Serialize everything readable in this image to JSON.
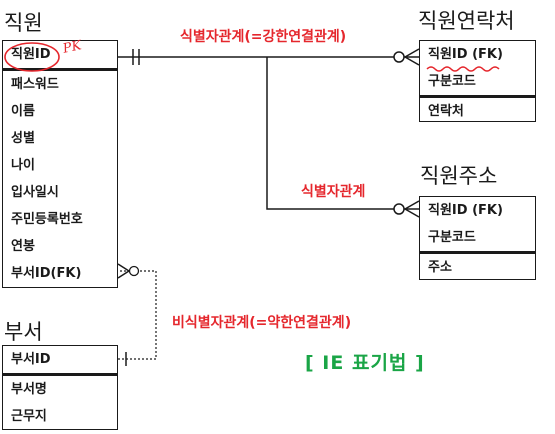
{
  "entities": {
    "employee": {
      "title": "직원",
      "key": [
        "직원ID"
      ],
      "attributes": [
        "패스워드",
        "이름",
        "성별",
        "나이",
        "입사일시",
        "주민등록번호",
        "연봉",
        "부서ID(FK)"
      ]
    },
    "employee_contact": {
      "title": "직원연락처",
      "key": [
        "직원ID (FK)",
        "구분코드"
      ],
      "attributes": [
        "연락처"
      ]
    },
    "employee_address": {
      "title": "직원주소",
      "key": [
        "직원ID (FK)",
        "구분코드"
      ],
      "attributes": [
        "주소"
      ]
    },
    "department": {
      "title": "부서",
      "key": [
        "부서ID"
      ],
      "attributes": [
        "부서명",
        "근무지"
      ]
    }
  },
  "relationships": {
    "identifying_strong": "식별자관계(=강한연결관계)",
    "identifying": "식별자관계",
    "non_identifying_weak": "비식별자관계(=약한연결관계)"
  },
  "annotations": {
    "pk_mark": "PK"
  },
  "notation_label": "[ IE 표기법 ]",
  "colors": {
    "relationship_text": "#e5272d",
    "notation_text": "#1aa546",
    "line": "#1a1a1a"
  }
}
